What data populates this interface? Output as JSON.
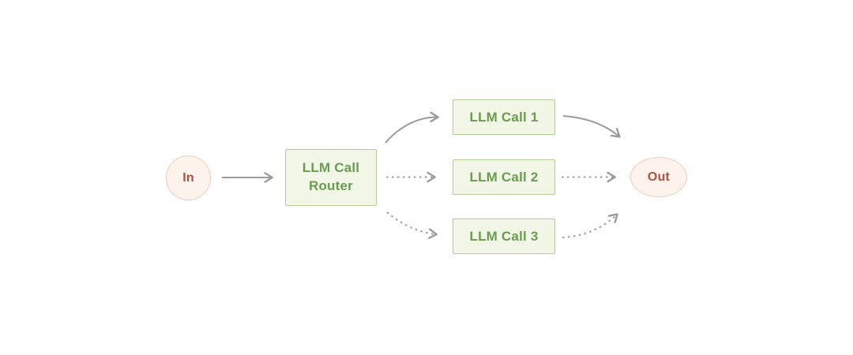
{
  "diagram": {
    "type": "flow",
    "nodes": {
      "in": {
        "label": "In",
        "shape": "circle"
      },
      "router": {
        "label": "LLM Call Router",
        "shape": "rect"
      },
      "call1": {
        "label": "LLM Call 1",
        "shape": "rect"
      },
      "call2": {
        "label": "LLM Call 2",
        "shape": "rect"
      },
      "call3": {
        "label": "LLM Call 3",
        "shape": "rect"
      },
      "out": {
        "label": "Out",
        "shape": "circle"
      }
    },
    "edges": [
      {
        "from": "in",
        "to": "router",
        "style": "solid"
      },
      {
        "from": "router",
        "to": "call1",
        "style": "solid"
      },
      {
        "from": "router",
        "to": "call2",
        "style": "dashed"
      },
      {
        "from": "router",
        "to": "call3",
        "style": "dashed"
      },
      {
        "from": "call1",
        "to": "out",
        "style": "solid"
      },
      {
        "from": "call2",
        "to": "out",
        "style": "dashed"
      },
      {
        "from": "call3",
        "to": "out",
        "style": "dashed"
      }
    ],
    "colors": {
      "background": "#ffffff",
      "node_green_fill": "#f1f6e6",
      "node_green_border": "#b4cd99",
      "node_green_text": "#699c4f",
      "node_pink_fill": "#fdf3ec",
      "node_pink_border": "#eecbb9",
      "node_pink_text": "#b05038",
      "arrow": "#9b9b9b"
    }
  }
}
